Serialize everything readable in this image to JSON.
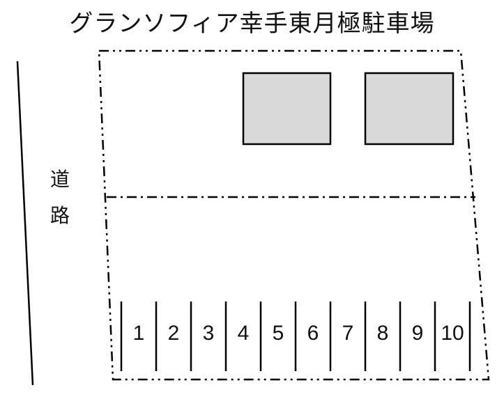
{
  "title": "グランソフィア幸手東月極駐車場",
  "road_label": [
    "道",
    "路"
  ],
  "parking_spaces": [
    "1",
    "2",
    "3",
    "4",
    "5",
    "6",
    "7",
    "8",
    "9",
    "10"
  ],
  "colors": {
    "line": "#000000",
    "building_fill": "#d9d9d9",
    "background": "#ffffff"
  }
}
